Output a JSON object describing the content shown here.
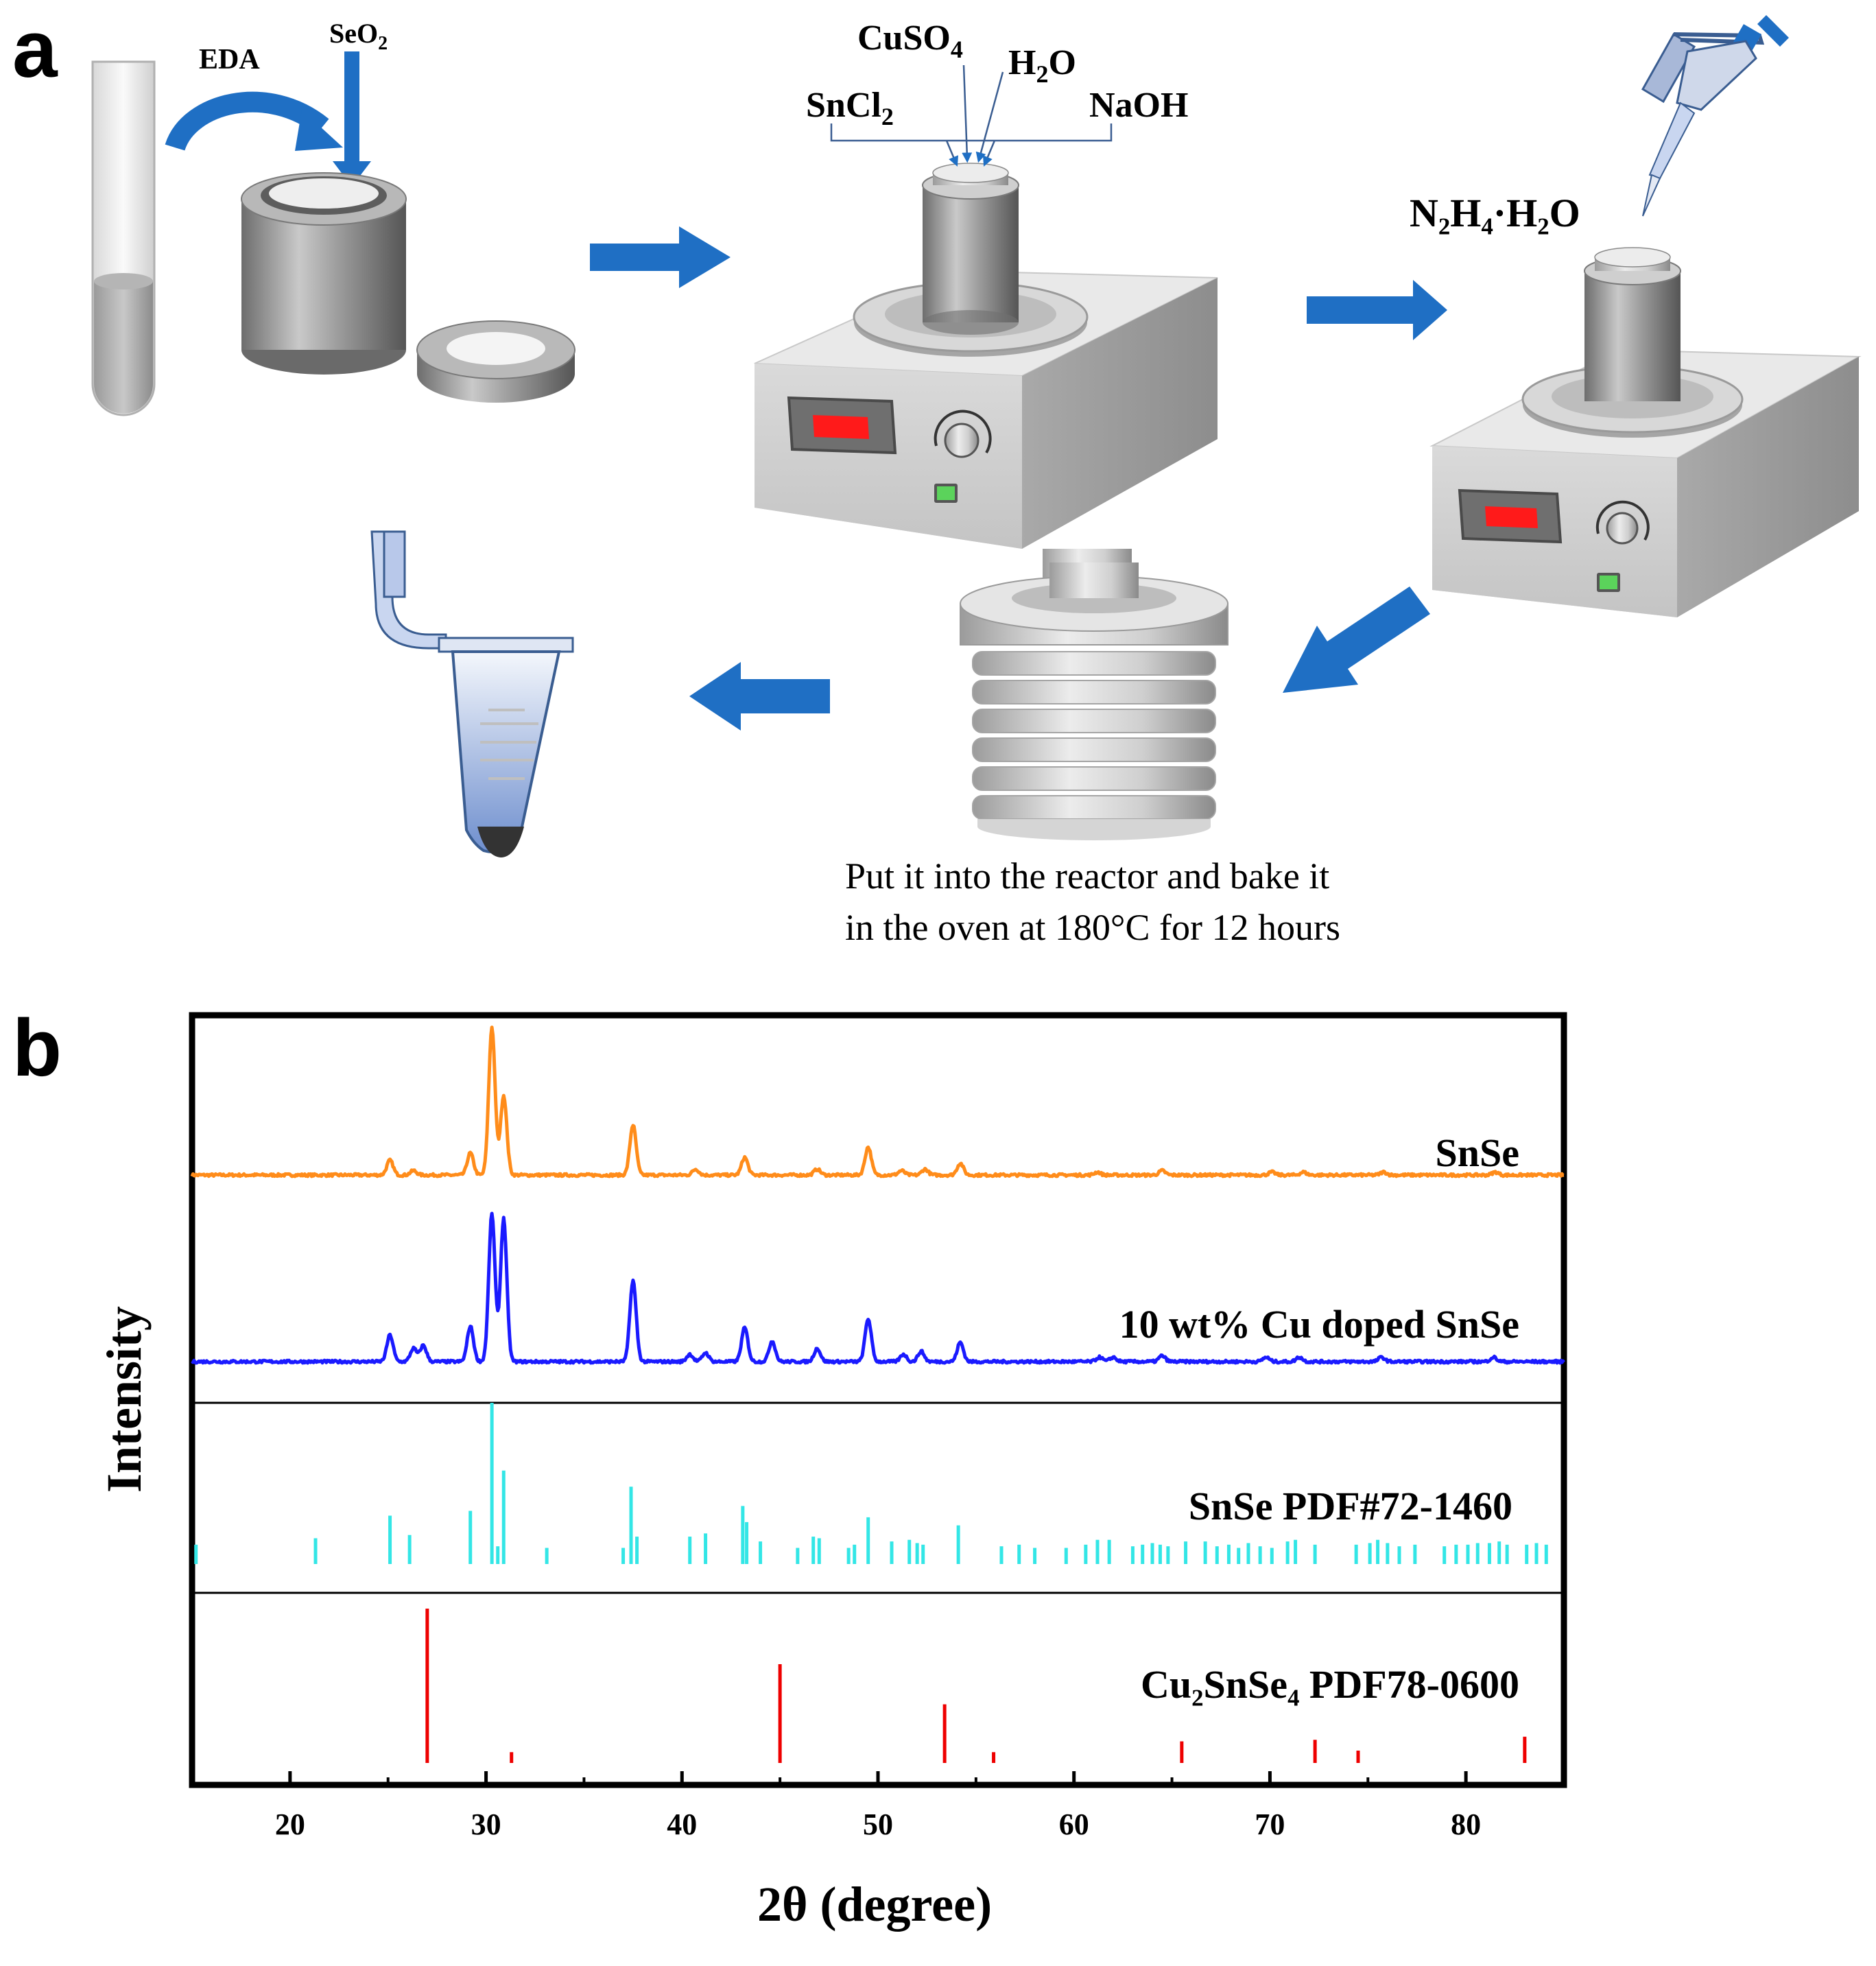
{
  "panel_a": {
    "letter": "a",
    "reagents": {
      "eda": "EDA",
      "seo2": {
        "base": "SeO",
        "sub": "2"
      },
      "cuso4": {
        "base": "CuSO",
        "sub": "4"
      },
      "h2o": {
        "base": "H",
        "sub": "2",
        "tail": "O"
      },
      "sncl2": {
        "base": "SnCl",
        "sub": "2"
      },
      "naoh": "NaOH",
      "hydrazine": "N₂H₄·H₂O"
    },
    "oven_note": {
      "line1": "Put it into the reactor and bake it",
      "line2": "in the oven at 180°C for 12 hours"
    },
    "colors": {
      "arrow": "#1f6fc4",
      "display": "#ff1a1a",
      "switch": "#5bd35b"
    }
  },
  "panel_b": {
    "letter": "b",
    "chart_data": {
      "type": "line",
      "xlabel": "2θ (degree)",
      "ylabel": "Intensity",
      "xlim": [
        15,
        85
      ],
      "x_ticks": [
        20,
        30,
        40,
        50,
        60,
        70,
        80
      ],
      "series": [
        {
          "name": "SnSe",
          "color": "#ff8c1a",
          "kind": "pattern",
          "peaks": [
            [
              25.1,
              0.1
            ],
            [
              26.3,
              0.03
            ],
            [
              29.2,
              0.15
            ],
            [
              30.3,
              1.0
            ],
            [
              30.9,
              0.54
            ],
            [
              37.5,
              0.34
            ],
            [
              40.7,
              0.04
            ],
            [
              43.2,
              0.12
            ],
            [
              46.9,
              0.04
            ],
            [
              49.5,
              0.19
            ],
            [
              51.2,
              0.03
            ],
            [
              52.4,
              0.04
            ],
            [
              54.2,
              0.08
            ],
            [
              61.2,
              0.02
            ],
            [
              64.5,
              0.03
            ],
            [
              70.1,
              0.02
            ],
            [
              71.7,
              0.02
            ],
            [
              75.8,
              0.02
            ],
            [
              81.5,
              0.02
            ]
          ]
        },
        {
          "name": "10 wt% Cu doped SnSe",
          "color": "#1a1aff",
          "kind": "pattern",
          "peaks": [
            [
              25.1,
              0.18
            ],
            [
              26.3,
              0.09
            ],
            [
              26.8,
              0.11
            ],
            [
              29.2,
              0.24
            ],
            [
              30.3,
              1.0
            ],
            [
              30.9,
              0.97
            ],
            [
              37.5,
              0.55
            ],
            [
              40.4,
              0.05
            ],
            [
              41.2,
              0.06
            ],
            [
              43.2,
              0.23
            ],
            [
              44.6,
              0.14
            ],
            [
              46.9,
              0.09
            ],
            [
              49.5,
              0.29
            ],
            [
              51.3,
              0.05
            ],
            [
              52.2,
              0.07
            ],
            [
              54.2,
              0.13
            ],
            [
              61.3,
              0.03
            ],
            [
              62.0,
              0.03
            ],
            [
              64.5,
              0.04
            ],
            [
              69.8,
              0.03
            ],
            [
              71.5,
              0.03
            ],
            [
              75.7,
              0.03
            ],
            [
              81.4,
              0.03
            ]
          ]
        },
        {
          "name": "SnSe PDF#72-1460",
          "color": "#33e6e6",
          "kind": "sticks",
          "peaks": [
            [
              15.2,
              0.12
            ],
            [
              21.3,
              0.16
            ],
            [
              25.1,
              0.3
            ],
            [
              26.1,
              0.18
            ],
            [
              29.2,
              0.33
            ],
            [
              30.3,
              1.0
            ],
            [
              30.6,
              0.11
            ],
            [
              30.9,
              0.58
            ],
            [
              33.1,
              0.1
            ],
            [
              37.0,
              0.1
            ],
            [
              37.4,
              0.48
            ],
            [
              37.7,
              0.17
            ],
            [
              40.4,
              0.17
            ],
            [
              41.2,
              0.19
            ],
            [
              43.1,
              0.36
            ],
            [
              43.3,
              0.26
            ],
            [
              44.0,
              0.14
            ],
            [
              45.9,
              0.1
            ],
            [
              46.7,
              0.17
            ],
            [
              47.0,
              0.16
            ],
            [
              48.5,
              0.1
            ],
            [
              48.8,
              0.12
            ],
            [
              49.5,
              0.29
            ],
            [
              50.7,
              0.14
            ],
            [
              51.6,
              0.15
            ],
            [
              52.0,
              0.13
            ],
            [
              52.3,
              0.12
            ],
            [
              54.1,
              0.24
            ],
            [
              56.3,
              0.11
            ],
            [
              57.2,
              0.12
            ],
            [
              58.0,
              0.1
            ],
            [
              59.6,
              0.1
            ],
            [
              60.6,
              0.12
            ],
            [
              61.2,
              0.15
            ],
            [
              61.8,
              0.15
            ],
            [
              63.0,
              0.11
            ],
            [
              63.5,
              0.12
            ],
            [
              64.0,
              0.13
            ],
            [
              64.4,
              0.12
            ],
            [
              64.8,
              0.11
            ],
            [
              65.7,
              0.14
            ],
            [
              66.7,
              0.14
            ],
            [
              67.3,
              0.11
            ],
            [
              67.9,
              0.12
            ],
            [
              68.4,
              0.1
            ],
            [
              68.9,
              0.13
            ],
            [
              69.5,
              0.11
            ],
            [
              70.1,
              0.1
            ],
            [
              70.9,
              0.14
            ],
            [
              71.3,
              0.15
            ],
            [
              72.3,
              0.12
            ],
            [
              74.4,
              0.12
            ],
            [
              75.1,
              0.13
            ],
            [
              75.5,
              0.15
            ],
            [
              76.0,
              0.13
            ],
            [
              76.6,
              0.11
            ],
            [
              77.4,
              0.12
            ],
            [
              78.9,
              0.11
            ],
            [
              79.5,
              0.12
            ],
            [
              80.1,
              0.12
            ],
            [
              80.6,
              0.13
            ],
            [
              81.2,
              0.13
            ],
            [
              81.7,
              0.14
            ],
            [
              82.1,
              0.12
            ],
            [
              83.1,
              0.12
            ],
            [
              83.6,
              0.13
            ],
            [
              84.1,
              0.12
            ]
          ]
        },
        {
          "name": "Cu₂SnSe₄ PDF78-0600",
          "color": "#ee0000",
          "kind": "sticks",
          "peaks": [
            [
              27.0,
              1.0
            ],
            [
              31.3,
              0.07
            ],
            [
              45.0,
              0.64
            ],
            [
              53.4,
              0.38
            ],
            [
              55.9,
              0.07
            ],
            [
              65.5,
              0.14
            ],
            [
              72.3,
              0.15
            ],
            [
              74.5,
              0.08
            ],
            [
              83.0,
              0.17
            ]
          ]
        }
      ],
      "legend": "inline labels at the right of each trace",
      "grid": false
    }
  }
}
